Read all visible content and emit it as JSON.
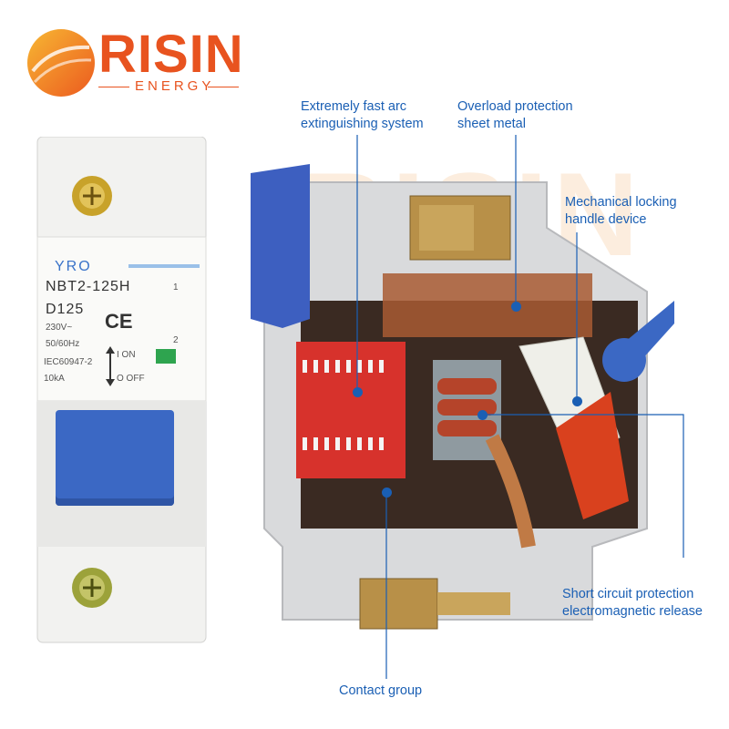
{
  "logo": {
    "name": "RISIN",
    "tagline": "ENERGY"
  },
  "breaker": {
    "brand": "YRO",
    "model": "NBT2-125H",
    "rating": "D125",
    "voltage": "230V~",
    "frequency": "50/60Hz",
    "standard": "IEC60947-2",
    "breaking_capacity": "10kA",
    "on_label": "I ON",
    "off_label": "O OFF",
    "ce_mark": "CE",
    "terminal_1": "1",
    "terminal_2": "2"
  },
  "annotations": {
    "arc": [
      "Extremely fast arc",
      "extinguishing system"
    ],
    "overload": [
      "Overload protection",
      "sheet metal"
    ],
    "locking": [
      "Mechanical locking",
      "handle device"
    ],
    "short_circuit": [
      "Short circuit protection",
      "electromagnetic release"
    ],
    "contact": [
      "Contact group"
    ]
  },
  "colors": {
    "brand_orange": "#e8531f",
    "annotation_blue": "#1a5fb4",
    "handle_blue": "#3b68c4",
    "arc_chute_red": "#d7322c"
  }
}
